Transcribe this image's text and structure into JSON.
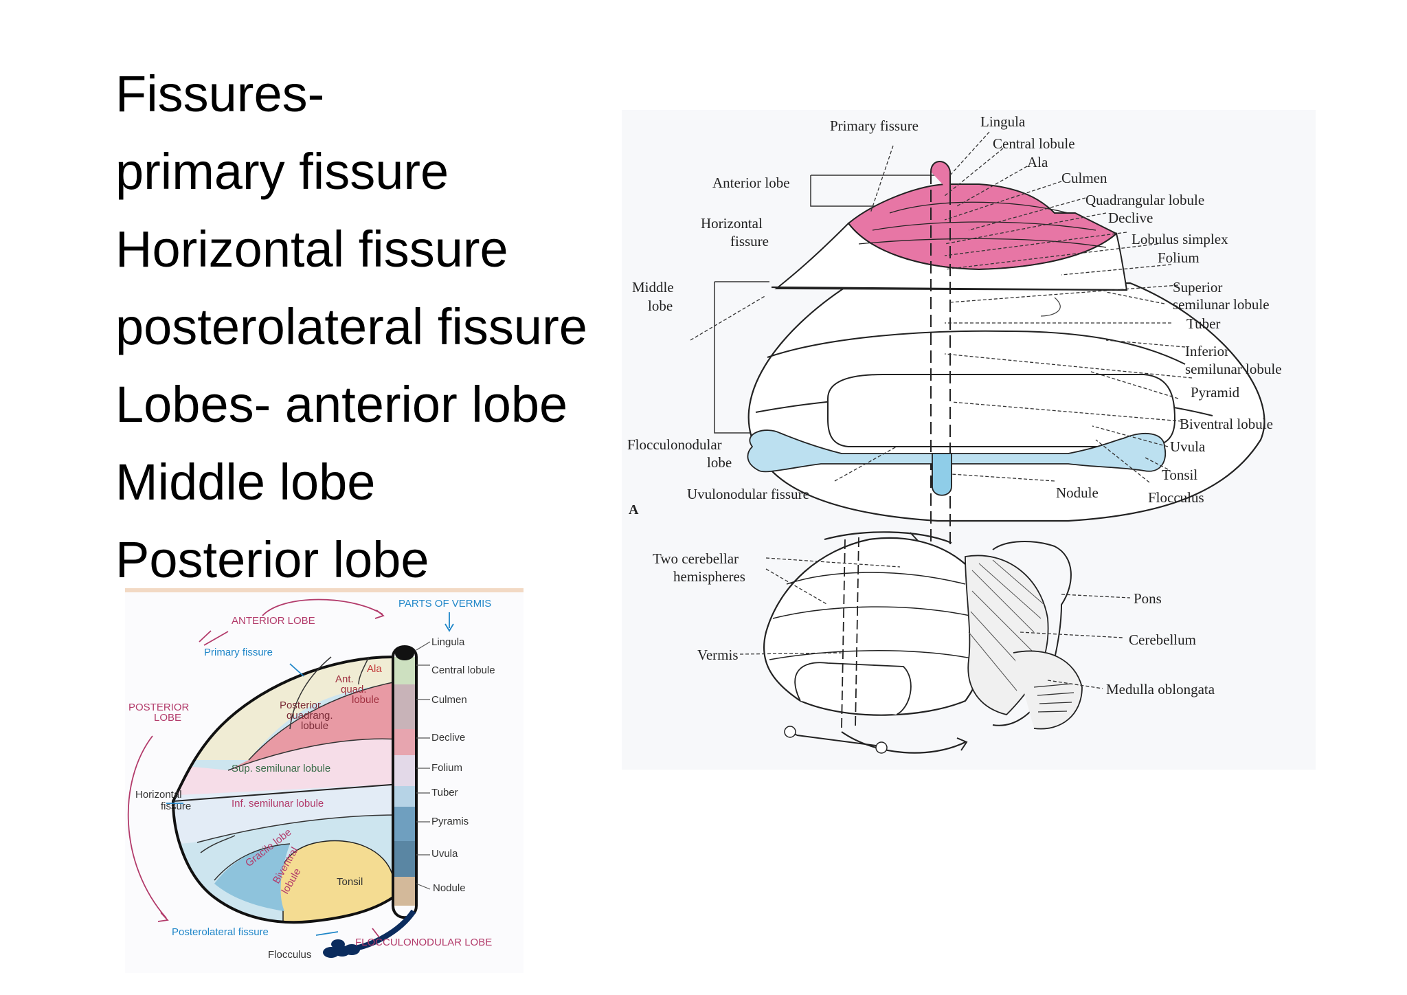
{
  "slide": {
    "lines": [
      "Fissures-",
      "primary fissure",
      "Horizontal fissure",
      "posterolateral fissure",
      "Lobes- anterior lobe",
      "Middle lobe",
      "Posterior lobe"
    ]
  },
  "figure_a": {
    "panel_label": "A",
    "labels": {
      "primary_fissure": "Primary fissure",
      "lingula": "Lingula",
      "central_lobule": "Central lobule",
      "ala": "Ala",
      "culmen": "Culmen",
      "anterior_lobe": "Anterior lobe",
      "quadrangular_lobule": "Quadrangular lobule",
      "declive": "Declive",
      "horizontal_fissure_1": "Horizontal",
      "horizontal_fissure_2": "fissure",
      "lobulus_simplex": "Lobulus simplex",
      "folium": "Folium",
      "middle_lobe_1": "Middle",
      "middle_lobe_2": "lobe",
      "superior_semilunar_1": "Superior",
      "superior_semilunar_2": "semilunar lobule",
      "tuber": "Tuber",
      "inferior_semilunar_1": "Inferior",
      "inferior_semilunar_2": "semilunar lobule",
      "pyramid": "Pyramid",
      "biventral_lobule": "Biventral lobule",
      "flocculonodular_1": "Flocculonodular",
      "flocculonodular_2": "lobe",
      "uvula": "Uvula",
      "tonsil": "Tonsil",
      "uvulonodular_fissure": "Uvulonodular fissure",
      "nodule": "Nodule",
      "flocculus": "Flocculus"
    }
  },
  "figure_a_lower": {
    "labels": {
      "two_cerebellar_1": "Two cerebellar",
      "two_cerebellar_2": "hemispheres",
      "pons": "Pons",
      "cerebellum": "Cerebellum",
      "vermis": "Vermis",
      "medulla_oblongata": "Medulla oblongata"
    }
  },
  "figure_b": {
    "labels": {
      "parts_of_vermis": "PARTS OF VERMIS",
      "anterior_lobe": "ANTERIOR LOBE",
      "primary_fissure": "Primary fissure",
      "lingula": "Lingula",
      "ala": "Ala",
      "ant_quad_1": "Ant.",
      "ant_quad_2": "quad.",
      "ant_quad_3": "lobule",
      "central_lobule": "Central lobule",
      "posterior_lobe_1": "POSTERIOR",
      "posterior_lobe_2": "LOBE",
      "post_quad_1": "Posterior",
      "post_quad_2": "quadrang.",
      "post_quad_3": "lobule",
      "culmen": "Culmen",
      "declive": "Declive",
      "sup_semilunar": "Sup. semilunar lobule",
      "folium": "Folium",
      "horizontal_1": "Horizontal",
      "horizontal_2": "fissure",
      "inf_semilunar": "Inf. semilunar lobule",
      "tuber": "Tuber",
      "gracile": "Gracile lobe",
      "pyramis": "Pyramis",
      "biventral_1": "Biventral",
      "biventral_2": "lobule",
      "tonsil": "Tonsil",
      "uvula": "Uvula",
      "nodule": "Nodule",
      "posterolateral": "Posterolateral fissure",
      "flocculonodular": "FLOCCULONODULAR LOBE",
      "flocculus": "Flocculus"
    },
    "colors": {
      "magenta": "#b23a6a",
      "blue": "#1f86c8",
      "green_label": "#3b6d4a"
    }
  }
}
